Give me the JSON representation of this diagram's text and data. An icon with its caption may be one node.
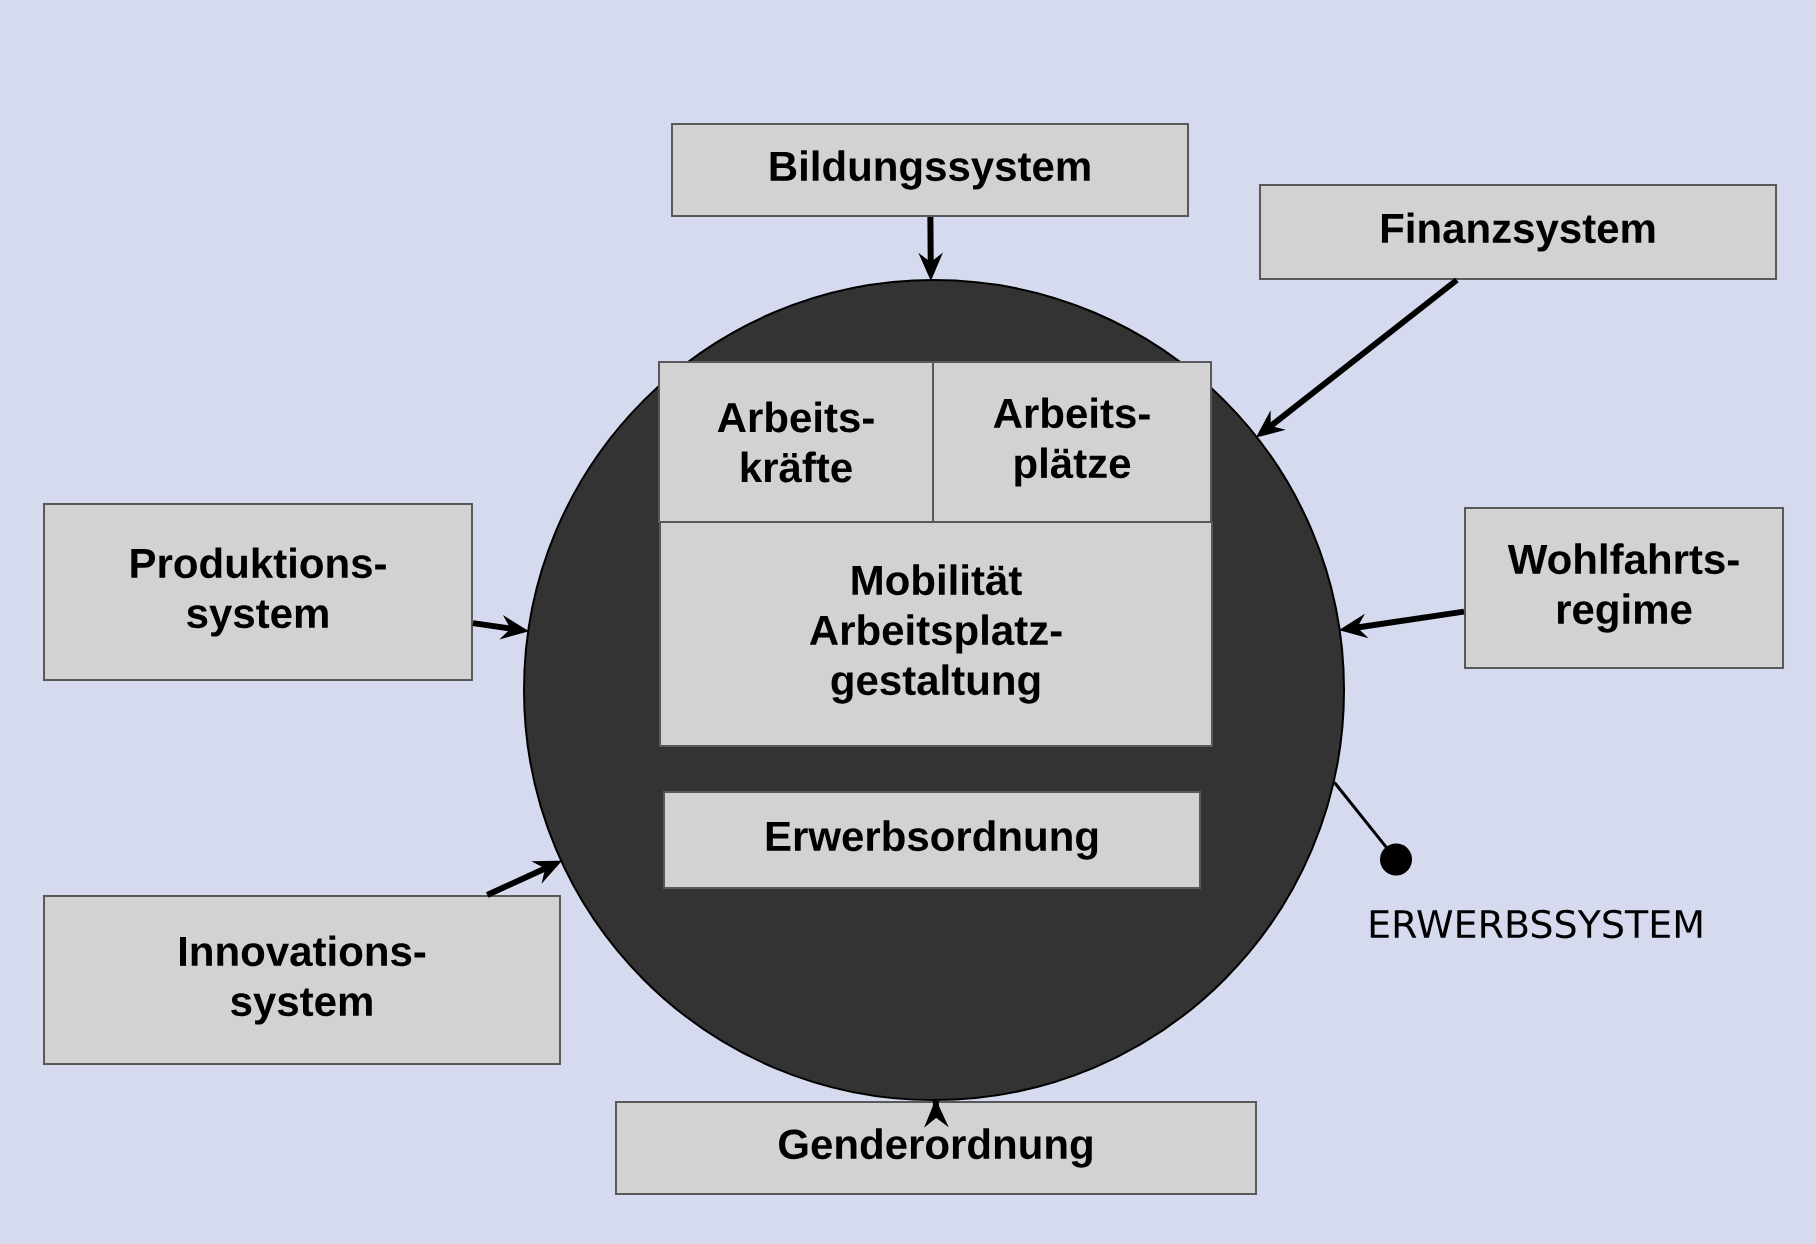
{
  "diagram": {
    "nodes": [
      {
        "text": [],
        "shape": "circle"
      },
      {
        "text": [
          "Arbeits- kräfte"
        ],
        "in": 0
      },
      {
        "text": [
          "Arbeits- plätze"
        ],
        "in": 0
      },
      {
        "text": [
          "Mobilität Arbeitsplatz- gestaltung"
        ],
        "in": 0
      },
      {
        "text": [
          "Erwerbsordnung"
        ],
        "in": 0
      },
      {
        "text": [
          "Bildungssystem"
        ]
      },
      {
        "text": [
          "Finanzsystem"
        ]
      },
      {
        "text": [
          "Produktions- system"
        ]
      },
      {
        "text": [
          "Wohlfahrts- regime"
        ]
      },
      {
        "text": [
          "Innovations- system"
        ]
      },
      {
        "text": [
          "Genderordnung"
        ]
      },
      {
        "text": [
          "ERWERBSSYSTEM"
        ]
      }
    ],
    "edges": [
      {
        "from": 5,
        "to": 0,
        "arrow": "to"
      },
      {
        "from": 6,
        "to": 0,
        "arrow": "to"
      },
      {
        "from": 7,
        "to": 0,
        "arrow": "to"
      },
      {
        "from": 8,
        "to": 0,
        "arrow": "to"
      },
      {
        "from": 9,
        "to": 0,
        "arrow": "to"
      },
      {
        "from": 10,
        "to": 0,
        "arrow": "to"
      },
      {
        "from": 11,
        "to": 0,
        "arrow": "other"
      }
    ]
  }
}
